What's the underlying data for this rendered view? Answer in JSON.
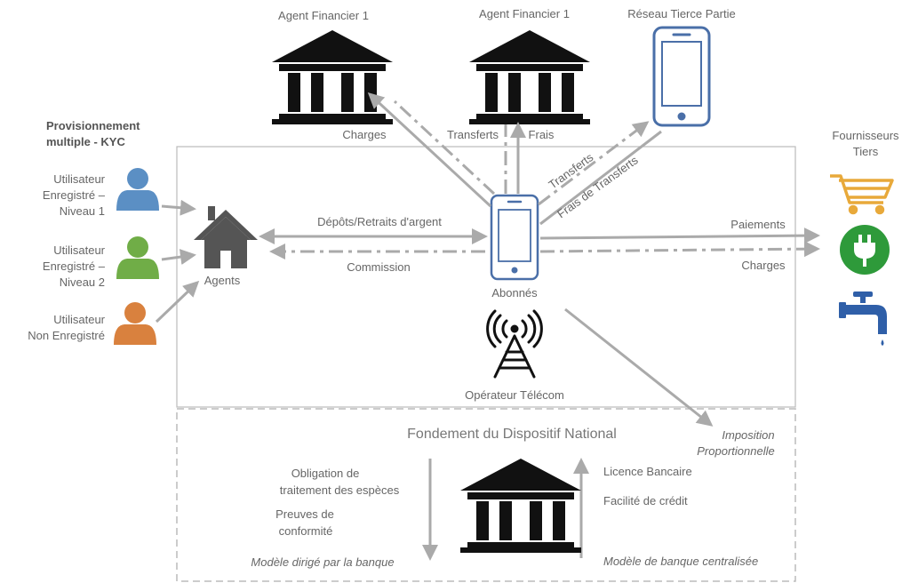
{
  "top": {
    "bank1_label": "Agent Financier 1",
    "bank2_label": "Agent Financier 1",
    "thirdparty_label": "Réseau Tierce Partie"
  },
  "left": {
    "kyc_title_line1": "Provisionnement",
    "kyc_title_line2": "multiple - KYC",
    "user1": [
      "Utilisateur",
      "Enregistré –",
      "Niveau 1"
    ],
    "user2": [
      "Utilisateur",
      "Enregistré –",
      "Niveau 2"
    ],
    "user3": [
      "Utilisateur",
      "Non Enregistré"
    ],
    "user_colors": [
      "#5b8fc4",
      "#70ad47",
      "#d9813e"
    ]
  },
  "center": {
    "agents_label": "Agents",
    "subscribers_label": "Abonnés",
    "telecom_label": "Opérateur Télécom",
    "deposits_label": "Dépôts/Retraits d'argent",
    "commission_label": "Commission",
    "charges_top_label": "Charges",
    "transfers_top_label": "Transferts",
    "fees_label": "Frais",
    "transfers_diag_label": "Transferts",
    "transfer_fees_label": "Frais de Transferts",
    "payments_label": "Paiements",
    "charges_right_label": "Charges",
    "tax_line1": "Imposition",
    "tax_line2": "Proportionnelle"
  },
  "right": {
    "suppliers_line1": "Fournisseurs",
    "suppliers_line2": "Tiers",
    "cart_color": "#e8a93a",
    "power_color": "#2e9a3a",
    "water_color": "#2f5fa8"
  },
  "bottom": {
    "title": "Fondement du Dispositif National",
    "obligation_line1": "Obligation de",
    "obligation_line2": "traitement des espèces",
    "proof_line1": "Preuves de",
    "proof_line2": "conformité",
    "bank_model": "Modèle dirigé par la banque",
    "license": "Licence Bancaire",
    "credit": "Facilité de crédit",
    "central_model": "Modèle de banque centralisée"
  },
  "colors": {
    "phone": "#4a6fa8",
    "arrow": "#aaaaaa",
    "frame": "#bbbbbb"
  }
}
